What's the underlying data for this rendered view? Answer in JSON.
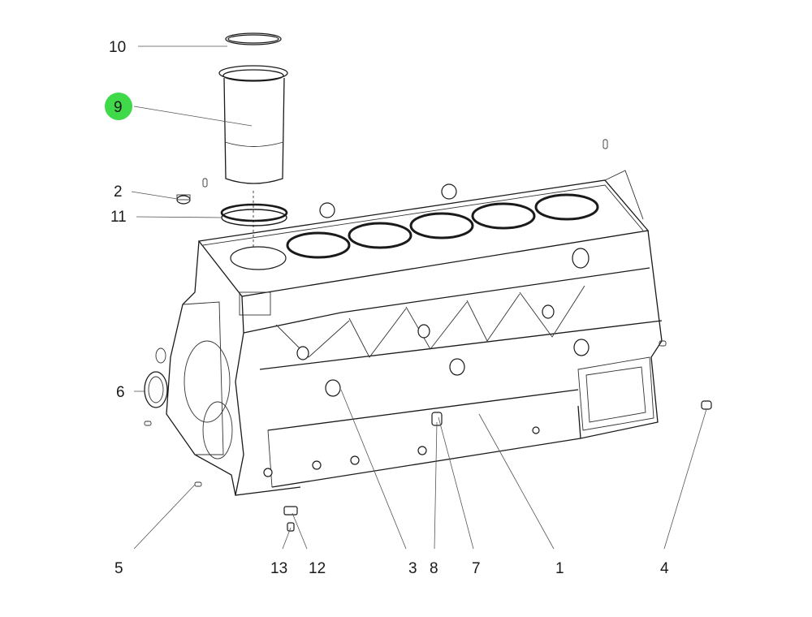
{
  "callouts": [
    {
      "id": "c10",
      "text": "10",
      "highlight": false
    },
    {
      "id": "c9",
      "text": "9",
      "highlight": true
    },
    {
      "id": "c2",
      "text": "2",
      "highlight": false
    },
    {
      "id": "c11",
      "text": "11",
      "highlight": false
    },
    {
      "id": "c6",
      "text": "6",
      "highlight": false
    },
    {
      "id": "c5",
      "text": "5",
      "highlight": false
    },
    {
      "id": "c13",
      "text": "13",
      "highlight": false
    },
    {
      "id": "c12",
      "text": "12",
      "highlight": false
    },
    {
      "id": "c3",
      "text": "3",
      "highlight": false
    },
    {
      "id": "c8",
      "text": "8",
      "highlight": false
    },
    {
      "id": "c7",
      "text": "7",
      "highlight": false
    },
    {
      "id": "c1",
      "text": "1",
      "highlight": false
    },
    {
      "id": "c4",
      "text": "4",
      "highlight": false
    }
  ],
  "colors": {
    "highlight": "#3fd94a",
    "line": "#1a1a1a",
    "background": "#ffffff"
  }
}
